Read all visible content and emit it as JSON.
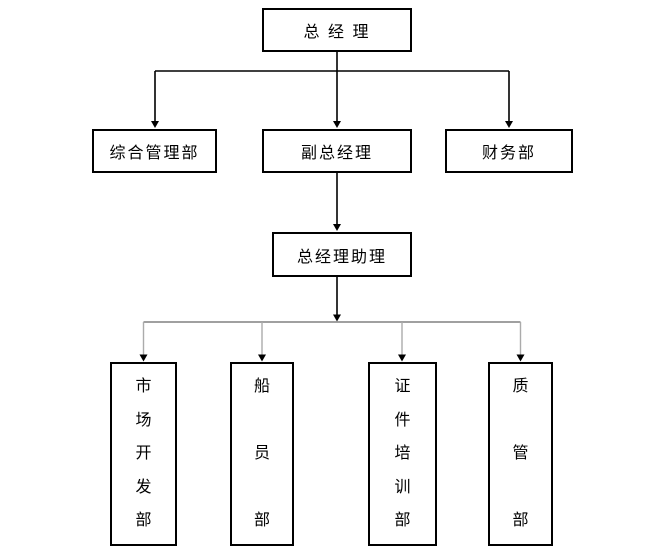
{
  "org_chart": {
    "nodes": {
      "general_manager": {
        "label": "总 经 理"
      },
      "admin_dept": {
        "label": "综合管理部"
      },
      "deputy_general_manager": {
        "label": "副总经理"
      },
      "finance_dept": {
        "label": "财务部"
      },
      "gm_assistant": {
        "label": "总经理助理"
      },
      "market_dev_dept": {
        "label": "市场开发部"
      },
      "crew_dept": {
        "label": "船员部"
      },
      "certificate_training_dept": {
        "label": "证件培训部"
      },
      "quality_dept": {
        "label": "质管部"
      }
    },
    "edges": [
      {
        "from": "general_manager",
        "to": "admin_dept"
      },
      {
        "from": "general_manager",
        "to": "deputy_general_manager"
      },
      {
        "from": "general_manager",
        "to": "finance_dept"
      },
      {
        "from": "deputy_general_manager",
        "to": "gm_assistant"
      },
      {
        "from": "gm_assistant",
        "to": "market_dev_dept"
      },
      {
        "from": "gm_assistant",
        "to": "crew_dept"
      },
      {
        "from": "gm_assistant",
        "to": "certificate_training_dept"
      },
      {
        "from": "gm_assistant",
        "to": "quality_dept"
      }
    ],
    "colors": {
      "box_border": "#000000",
      "box_background": "#ffffff",
      "text": "#000000",
      "connector_primary": "#000000",
      "connector_rail": "#808080",
      "connector_drop": "#ababab",
      "arrowhead": "#000000"
    }
  }
}
